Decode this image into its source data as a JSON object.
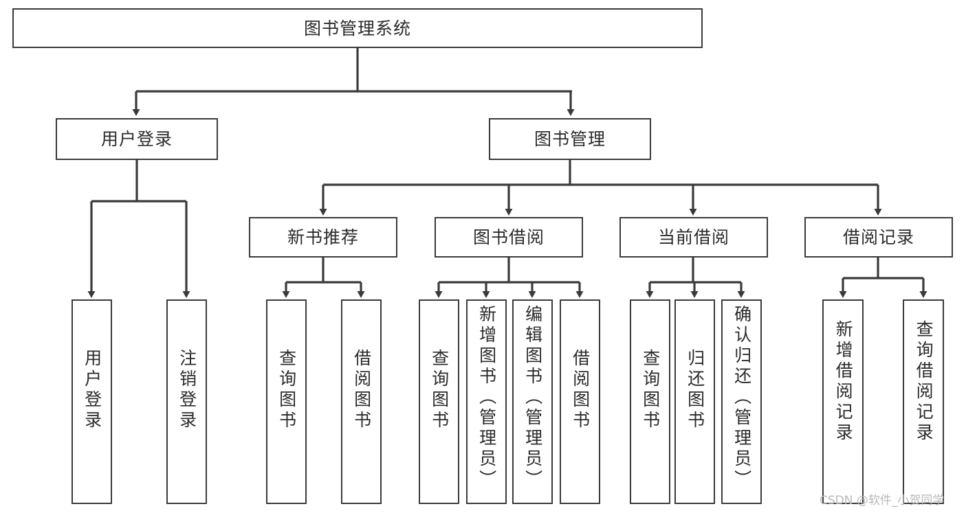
{
  "diagram": {
    "type": "tree-hierarchy",
    "title": "图书管理系统",
    "watermark": "CSDN @软件_小贺同学",
    "style": {
      "border_color": "#3a3a3a",
      "text_color": "#2b2b2b",
      "background": "#ffffff",
      "edge_color": "#3a3a3a",
      "watermark_color": "#b8b8b8"
    },
    "nodes": {
      "root": {
        "label": "图书管理系统",
        "level": 0
      },
      "level1": [
        {
          "id": "user-login",
          "label": "用户登录"
        },
        {
          "id": "book-manage",
          "label": "图书管理"
        }
      ],
      "level2": [
        {
          "id": "new-book-recommend",
          "label": "新书推荐",
          "parent": "book-manage"
        },
        {
          "id": "book-borrow",
          "label": "图书借阅",
          "parent": "book-manage"
        },
        {
          "id": "current-borrow",
          "label": "当前借阅",
          "parent": "book-manage"
        },
        {
          "id": "borrow-record",
          "label": "借阅记录",
          "parent": "book-manage"
        }
      ],
      "leaves": {
        "user-login": [
          {
            "id": "leaf-user-login",
            "label": "用户登录"
          },
          {
            "id": "leaf-user-logout",
            "label": "注销登录"
          }
        ],
        "new-book-recommend": [
          {
            "id": "leaf-query-book-1",
            "label": "查询图书"
          },
          {
            "id": "leaf-borrow-book-1",
            "label": "借阅图书"
          }
        ],
        "book-borrow": [
          {
            "id": "leaf-query-book-2",
            "label": "查询图书"
          },
          {
            "id": "leaf-add-book",
            "label": "新增图书（管理员）"
          },
          {
            "id": "leaf-edit-book",
            "label": "编辑图书（管理员）"
          },
          {
            "id": "leaf-borrow-book-2",
            "label": "借阅图书"
          }
        ],
        "current-borrow": [
          {
            "id": "leaf-query-book-3",
            "label": "查询图书"
          },
          {
            "id": "leaf-return-book",
            "label": "归还图书"
          },
          {
            "id": "leaf-confirm-return",
            "label": "确认归还（管理员）"
          }
        ],
        "borrow-record": [
          {
            "id": "leaf-add-record",
            "label": "新增借阅记录"
          },
          {
            "id": "leaf-query-record",
            "label": "查询借阅记录"
          }
        ]
      }
    }
  }
}
